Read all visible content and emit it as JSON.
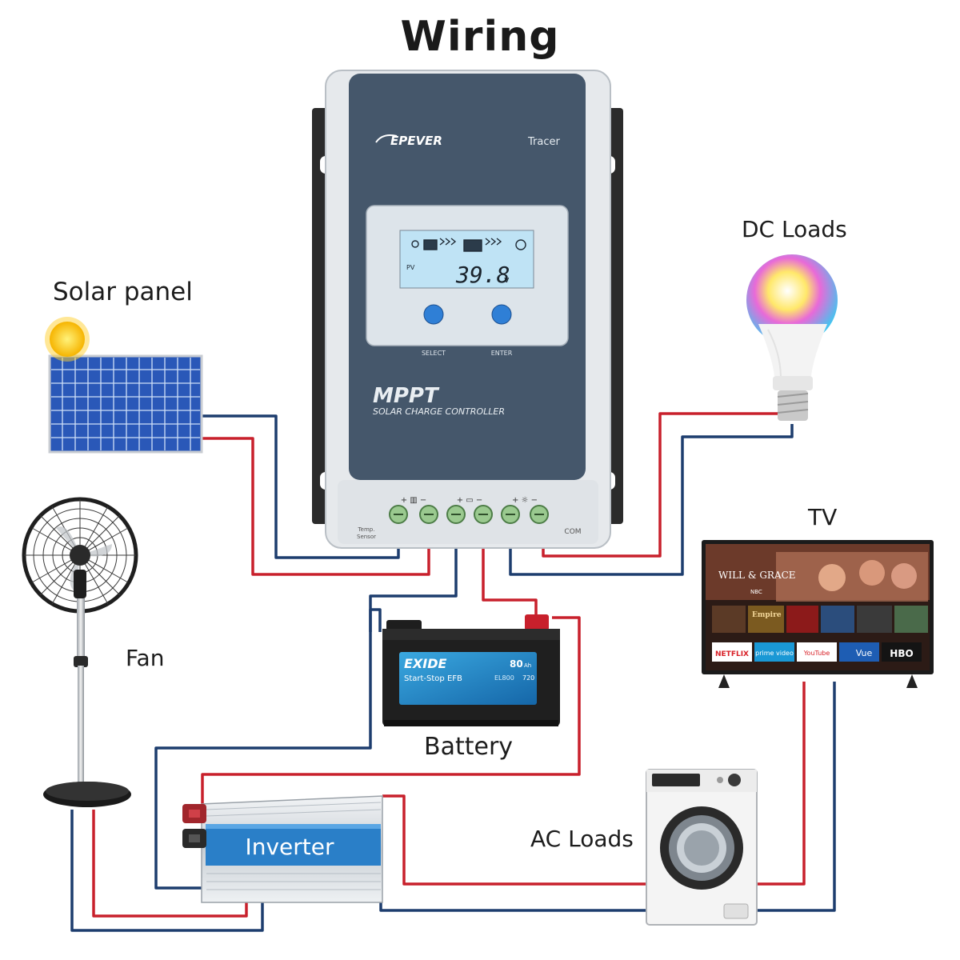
{
  "title": "Wiring",
  "controller": {
    "brand": "EPEVER",
    "model": "Tracer",
    "lcd_value": "39.8",
    "lcd_unit": "v",
    "lcd_pv": "PV",
    "button_left": "SELECT",
    "button_right": "ENTER",
    "tech": "MPPT",
    "subtitle": "SOLAR CHARGE CONTROLLER",
    "temp_line1": "Temp.",
    "temp_line2": "Sensor",
    "com": "COM"
  },
  "labels": {
    "solar_panel": "Solar panel",
    "dc_loads": "DC Loads",
    "tv": "TV",
    "fan": "Fan",
    "battery": "Battery",
    "ac_loads": "AC Loads",
    "inverter": "Inverter"
  },
  "battery": {
    "brand": "EXIDE",
    "line": "Start-Stop EFB",
    "capacity": "80",
    "cap_unit": "Ah",
    "code": "EL800",
    "cca": "720"
  },
  "tv_screen": {
    "show": "WILL & GRACE",
    "network": "NBC",
    "tile": "Empire",
    "apps": [
      "NETFLIX",
      "prime video",
      "YouTube",
      "Vue",
      "HBO"
    ]
  },
  "colors": {
    "wire_red": "#c8202c",
    "wire_blue": "#1d3d6e",
    "controller_face": "#45576b",
    "inverter_stripe": "#2a7fc8"
  }
}
